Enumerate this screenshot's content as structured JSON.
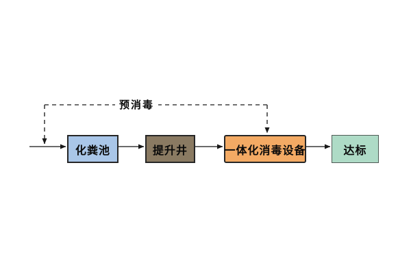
{
  "diagram": {
    "predisinfection_label": "预消毒",
    "nodes": [
      {
        "label": "化粪池",
        "fill": "#a9c6e8"
      },
      {
        "label": "提升井",
        "fill": "#8a7a62"
      },
      {
        "label": "一体化消毒设备",
        "fill": "#f3aa64"
      },
      {
        "label": "达标",
        "fill": "#aedbc6"
      }
    ],
    "line_color": "#3a3a3a",
    "dash_color": "#404040",
    "arrowhead_color": "#1a1a1a"
  }
}
